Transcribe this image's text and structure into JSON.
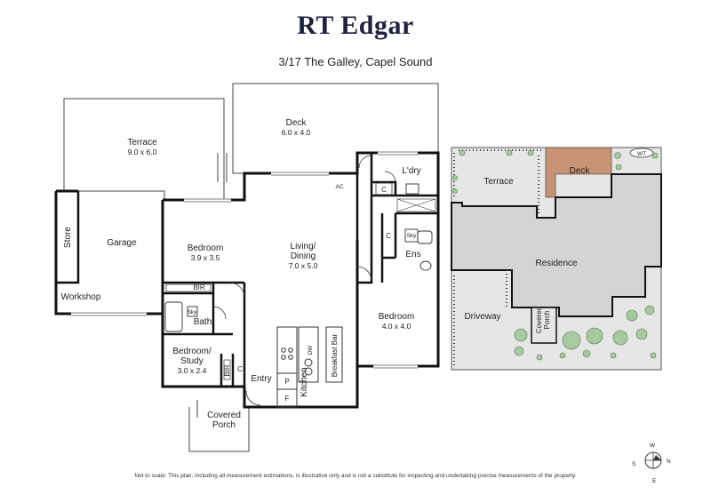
{
  "header": {
    "brand": "RT Edgar",
    "address": "3/17 The Galley, Capel Sound"
  },
  "floorplan": {
    "terrace": {
      "name": "Terrace",
      "dim": "9.0 x 6.0"
    },
    "deck": {
      "name": "Deck",
      "dim": "6.0 x 4.0"
    },
    "garage": "Garage",
    "store": "Store",
    "workshop": "Workshop",
    "bedroom1": {
      "name": "Bedroom",
      "dim": "3.9 x 3.5"
    },
    "bir1": "BIR",
    "bath": "Bath",
    "sky1": "Sky",
    "living": {
      "line1": "Living/",
      "line2": "Dining",
      "dim": "7.0 x 5.0"
    },
    "ac": "AC",
    "laundry": "L'dry",
    "c_laundry": "C",
    "c_ens": "C",
    "sky2": "Sky",
    "ens": "Ens",
    "bedroom2": {
      "name": "Bedroom",
      "dim": "4.0 x 4.0"
    },
    "study": {
      "line1": "Bedroom/",
      "line2": "Study",
      "dim": "3.0 x 2.4"
    },
    "bir2": "BIR",
    "c_entry": "C",
    "entry": "Entry",
    "kitchen": "Kitchen",
    "dw": "DW",
    "pantry": "P",
    "fridge": "F",
    "breakfast": "Breakfast Bar",
    "porch": {
      "line1": "Covered",
      "line2": "Porch"
    }
  },
  "siteplan": {
    "wt": "WT",
    "deck": "Deck",
    "terrace": "Terrace",
    "residence": "Residence",
    "driveway": "Driveway",
    "porch": {
      "line1": "Covered",
      "line2": "Porch"
    }
  },
  "compass": {
    "w": "W",
    "n": "N",
    "s": "S",
    "e": "E"
  },
  "footer": {
    "disclaimer": "Not to scale: This plan, including all measurement estimations, is illustrative only and is not a substitute for inspecting and undertaking precise measurements of the property."
  },
  "colors": {
    "brand": "#1c2340",
    "deck_fill": "#c89275",
    "site_fill": "#e6e6e6",
    "residence_fill": "#d4d4d4",
    "wall": "#111111",
    "tree": "#a9c9a0"
  }
}
